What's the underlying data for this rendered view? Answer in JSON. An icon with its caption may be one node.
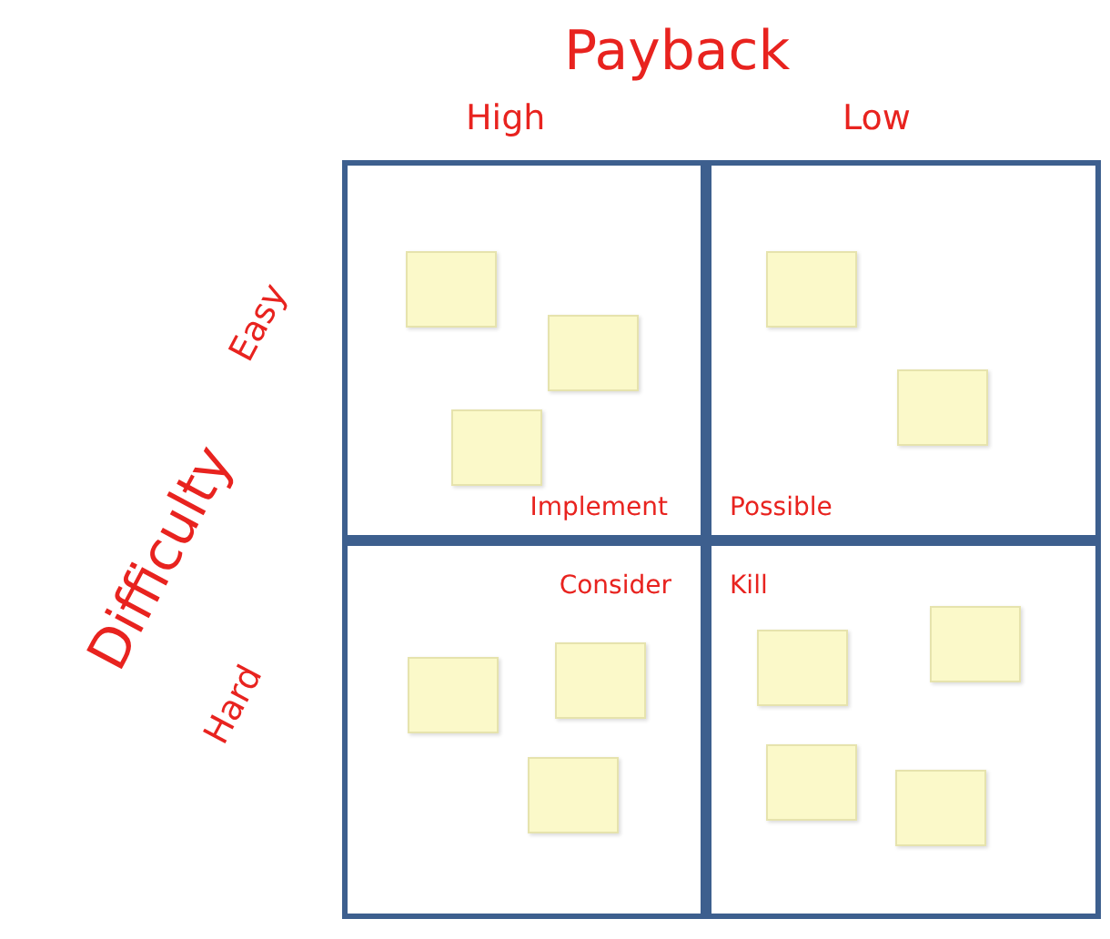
{
  "diagram": {
    "title": "Payback",
    "nodes": [
      {
        "text": [
          "Implement"
        ]
      },
      {
        "text": [
          "Possible"
        ]
      },
      {
        "text": [
          "Consider"
        ]
      },
      {
        "text": [
          "Kill"
        ]
      },
      {
        "text": [],
        "shape": "box",
        "in": 0
      },
      {
        "text": [],
        "shape": "box",
        "in": 0
      },
      {
        "text": [],
        "shape": "box",
        "in": 0
      },
      {
        "text": [],
        "shape": "box",
        "in": 1
      },
      {
        "text": [],
        "shape": "box",
        "in": 1
      },
      {
        "text": [],
        "shape": "box",
        "in": 2
      },
      {
        "text": [],
        "shape": "box",
        "in": 2
      },
      {
        "text": [],
        "shape": "box",
        "in": 2
      },
      {
        "text": [],
        "shape": "box",
        "in": 3
      },
      {
        "text": [],
        "shape": "box",
        "in": 3
      },
      {
        "text": [],
        "shape": "box",
        "in": 3
      },
      {
        "text": [],
        "shape": "box",
        "in": 3
      }
    ],
    "labels": [
      "High",
      "Low",
      "Difficulty",
      "Easy",
      "Hard"
    ]
  }
}
